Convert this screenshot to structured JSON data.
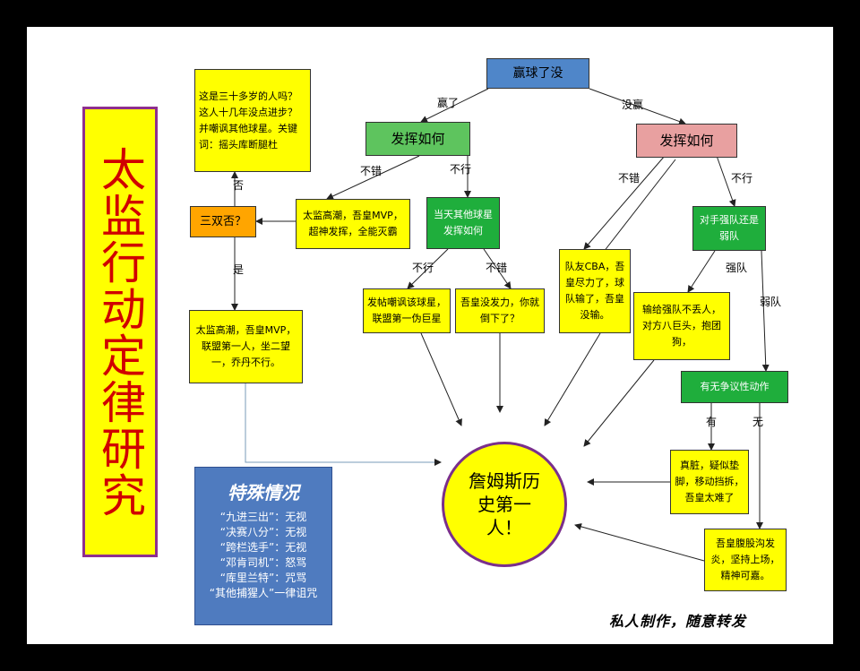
{
  "title": "太监行动定律研究",
  "nodes": {
    "win": "赢球了没",
    "perf_win": "发挥如何",
    "perf_lose": "发挥如何",
    "q_age": "这是三十多岁的人吗？这人十几年没点进步？并嘲讽其他球星。关键词：摇头库断腿杜",
    "triple": "三双否？",
    "good_win": "太监高潮，吾皇MVP，超神发挥，全能灭霸",
    "star_other": "当天其他球星发挥如何",
    "mock_star": "发帖嘲讽该球星，联盟第一伪巨星",
    "not_try": "吾皇没发力，你就倒下了？",
    "mvp_first": "太监高潮，吾皇MVP，联盟第一人，坐二望一，乔丹不行。",
    "team_cba": "队友CBA，吾皇尽力了，球队输了，吾皇没输。",
    "opp_strong": "对手强队还是弱队",
    "strong_lose": "输给强队不丢人，对方八巨头，抱团狗，",
    "dirty": "有无争议性动作",
    "dirty_yes": "真脏，疑似垫脚，移动挡拆，吾皇太难了",
    "dirty_no": "吾皇腹股沟发炎，坚持上场，精神可嘉。",
    "center": "詹姆斯历史第一人！"
  },
  "edge_labels": {
    "won": "赢了",
    "lost": "没赢",
    "good1": "不错",
    "bad1": "不行",
    "no": "否",
    "yes": "是",
    "bad2": "不行",
    "good2": "不错",
    "good3": "不错",
    "bad3": "不行",
    "strong": "强队",
    "weak": "弱队",
    "has": "有",
    "none": "无"
  },
  "special": {
    "title": "特殊情况",
    "items": [
      "“九进三出”：无视",
      "“决赛八分”：无视",
      "“跨栏选手”：无视",
      "“邓肯司机”：怒骂",
      "“库里兰特”：咒骂",
      "“其他捕猩人”一律诅咒"
    ]
  },
  "footer": "私人制作，随意转发",
  "colors": {
    "yellow": "#ffff00",
    "green": "#5ec45e",
    "dark_green": "#1fae3c",
    "pink": "#e8a0a0",
    "blue": "#4f86c9",
    "orange": "#ffa500",
    "title_red": "#d00000",
    "border_purple": "#7a2f8c"
  }
}
